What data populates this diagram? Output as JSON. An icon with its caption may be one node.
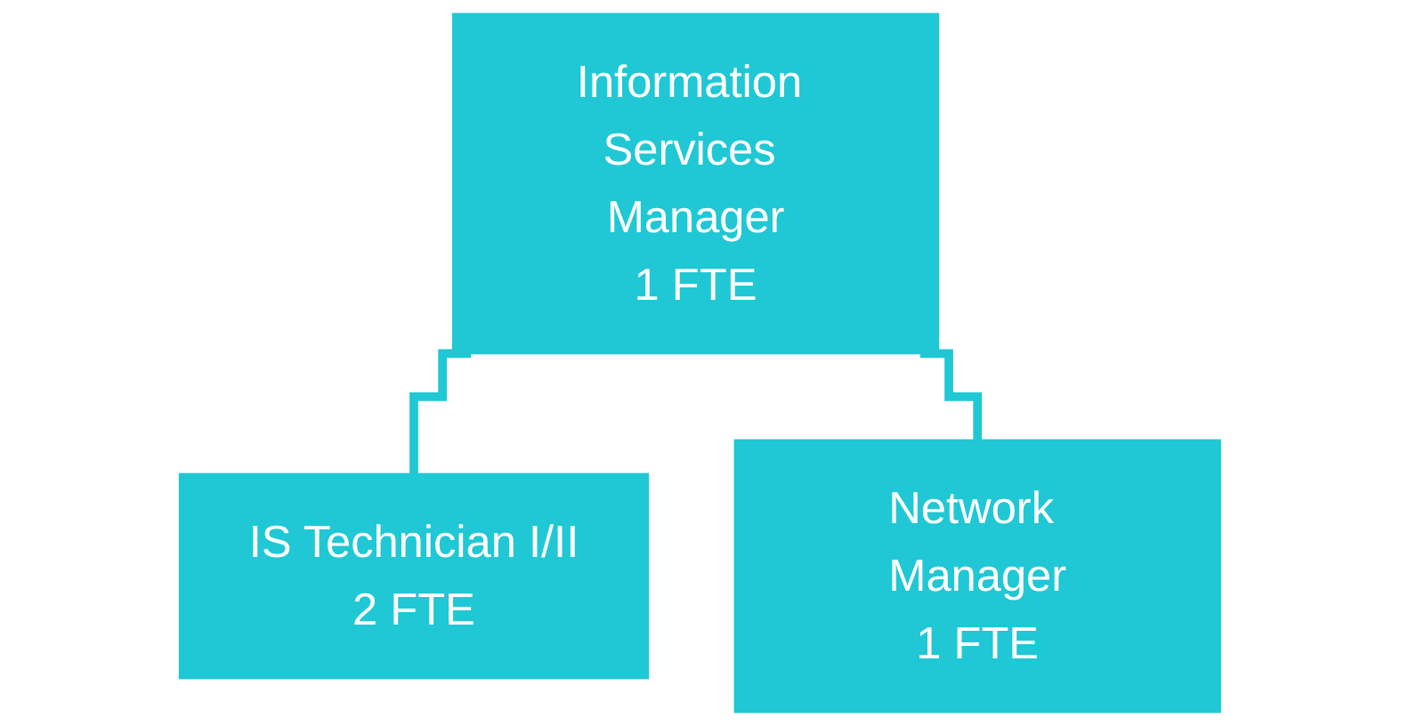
{
  "diagram": {
    "nodes": [
      {
        "text": [
          "Information Services Manager",
          "1 FTE"
        ]
      },
      {
        "text": [
          "IS Technician I/II",
          "2 FTE"
        ]
      },
      {
        "text": [
          "Network Manager",
          "1 FTE"
        ]
      }
    ],
    "edges": [
      {
        "from": 0,
        "to": 1,
        "arrow": "none"
      },
      {
        "from": 0,
        "to": 2,
        "arrow": "none"
      }
    ]
  }
}
